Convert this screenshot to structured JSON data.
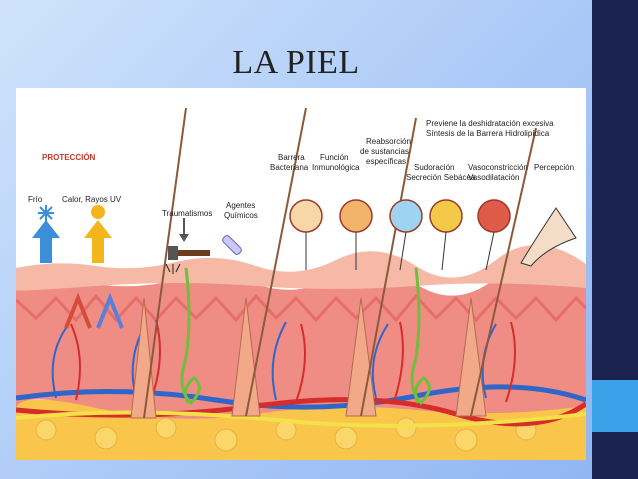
{
  "slide": {
    "title": "LA PIEL"
  },
  "diagram": {
    "section_title": "PROTECCIÓN",
    "labels": {
      "frio": "Frío",
      "calor": "Calor, Rayos UV",
      "traumatismos": "Traumatismos",
      "agentes_l1": "Agentes",
      "agentes_l2": "Químicos",
      "barrera_l1": "Barrera",
      "barrera_l2": "Bacteriana",
      "funcion_l1": "Función",
      "funcion_l2": "Inmunológica",
      "reabs_l1": "Reabsorción",
      "reabs_l2": "de sustancias",
      "reabs_l3": "específicas",
      "previene_l1": "Previene la deshidratación excesiva",
      "previene_l2": "Síntesis de la Barrera Hidrolipídica",
      "sudoracion_l1": "Sudoración",
      "sudoracion_l2": "Secreción Sebácea",
      "vaso_l1": "Vasoconstricción",
      "vaso_l2": "Vasodilatación",
      "percepcion": "Percepción"
    },
    "colors": {
      "skin_top": "#f5b9a6",
      "dermis": "#ef8c84",
      "hypodermis": "#f9c64b",
      "vein": "#2f66c9",
      "artery": "#d62c2c",
      "nerve": "#f4e14a",
      "title_red": "#c0392b"
    }
  }
}
